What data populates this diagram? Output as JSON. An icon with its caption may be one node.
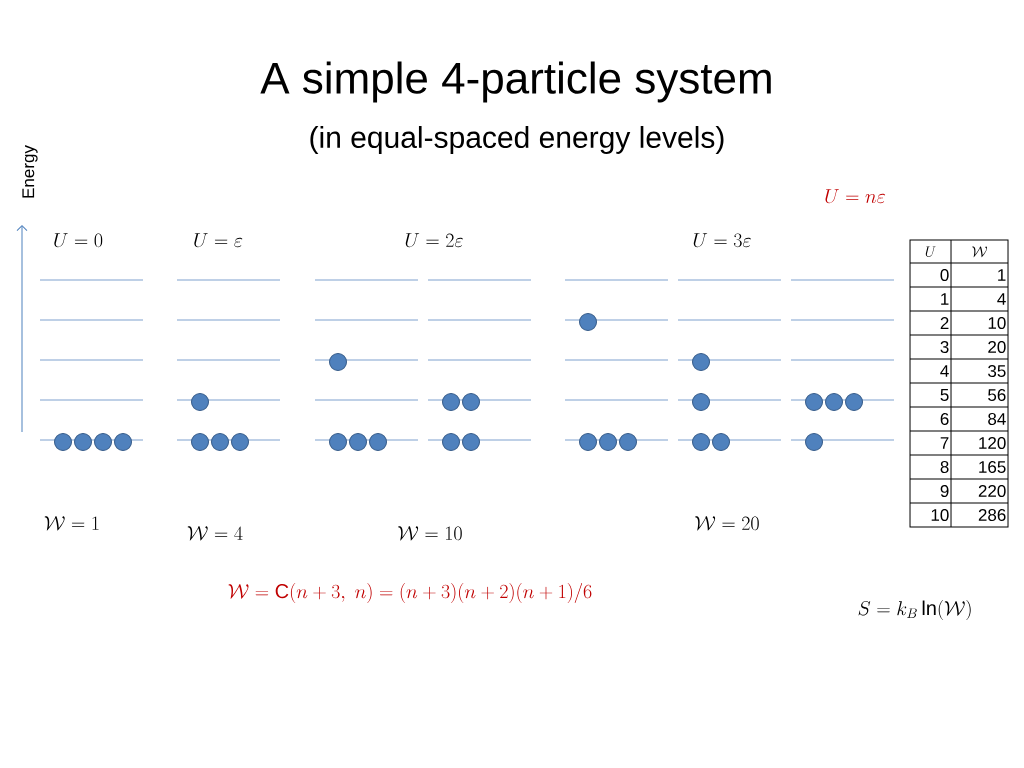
{
  "diagram": {
    "title": "A simple 4-particle system",
    "labels": [
      "(in equal-spaced energy levels)",
      "Energy",
      "U = n\\varepsilon",
      "U = 0",
      "U = \\varepsilon",
      "U = 2\\varepsilon",
      "U = 3\\varepsilon",
      "U",
      "\\mathcal{W}",
      "0",
      "1",
      "1",
      "4",
      "2",
      "10",
      "3",
      "20",
      "4",
      "35",
      "5",
      "56",
      "6",
      "84",
      "7",
      "120",
      "8",
      "165",
      "9",
      "220",
      "10",
      "286",
      "\\mathcal{W} = 1",
      "\\mathcal{W} = 4",
      "\\mathcal{W} = 10",
      "\\mathcal{W} = 20",
      "\\mathcal{W} = \\mathrm{C}(n+3,\\ n) = (n+3)(n+2)(n+1)/6",
      "S = k_B \\ln(\\mathcal{W})"
    ]
  }
}
